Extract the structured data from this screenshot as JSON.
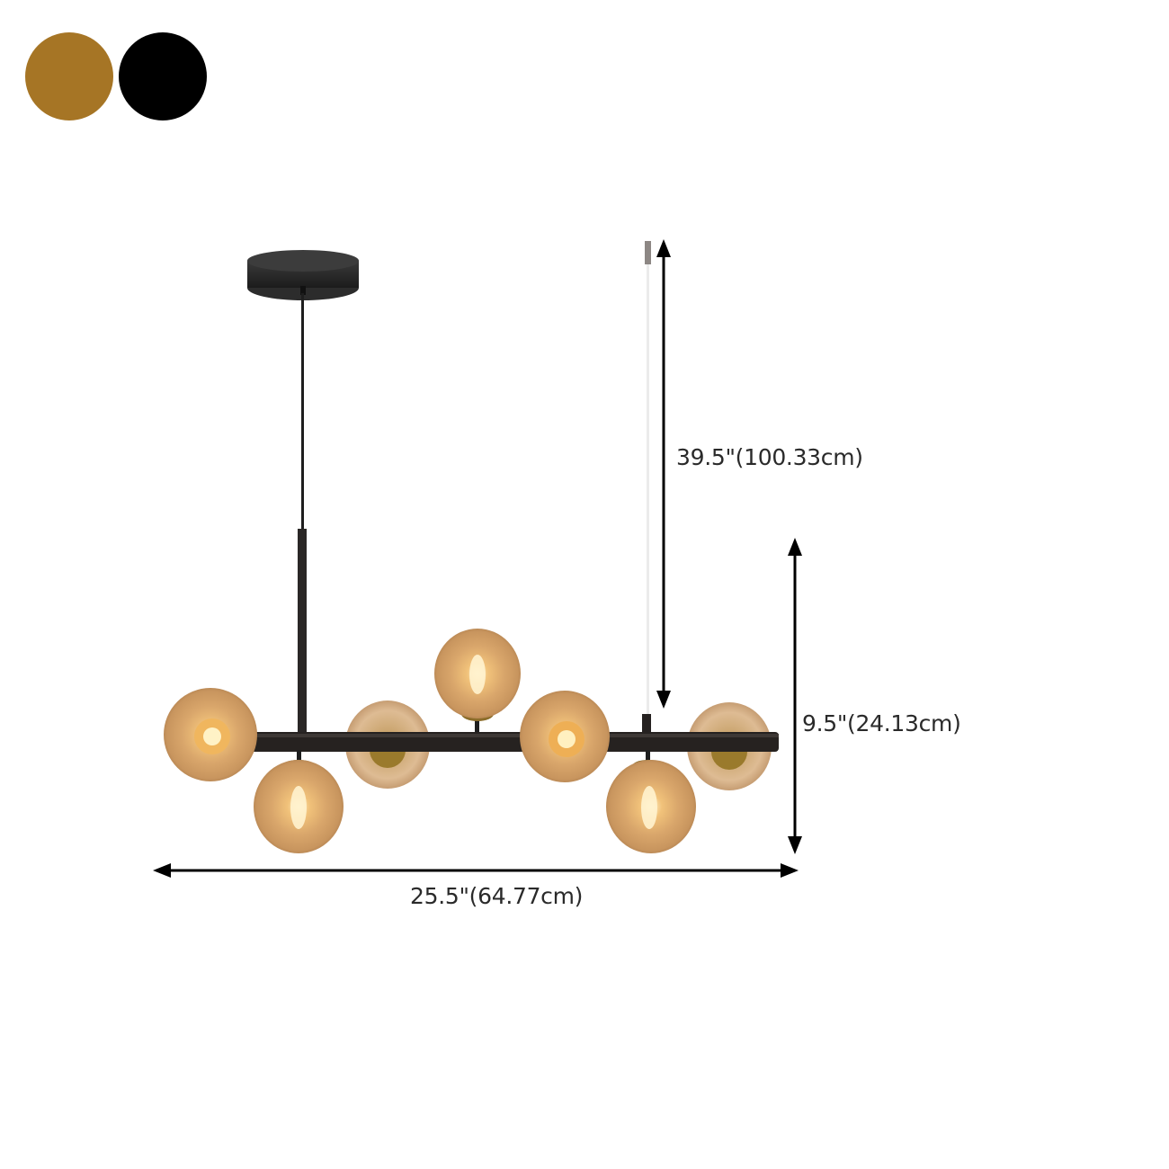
{
  "product": {
    "type": "7-light linear globe chandelier",
    "shade": "amber glass globes",
    "light_count": 7
  },
  "color_options": [
    {
      "name": "gold",
      "hex": "#a67525"
    },
    {
      "name": "black",
      "hex": "#000000"
    }
  ],
  "dimensions": {
    "drop": {
      "label": "39.5\"(100.33cm)",
      "inches": 39.5,
      "cm": 100.33
    },
    "height": {
      "label": "9.5\"(24.13cm)",
      "inches": 9.5,
      "cm": 24.13
    },
    "width": {
      "label": "25.5\"(64.77cm)",
      "inches": 25.5,
      "cm": 64.77
    }
  },
  "colors": {
    "frame": "#231f1c",
    "glass": "#d9a66b",
    "bulb_glow": "#fff1c2",
    "arrow": "#000000",
    "wire": "#e6e6e6"
  }
}
